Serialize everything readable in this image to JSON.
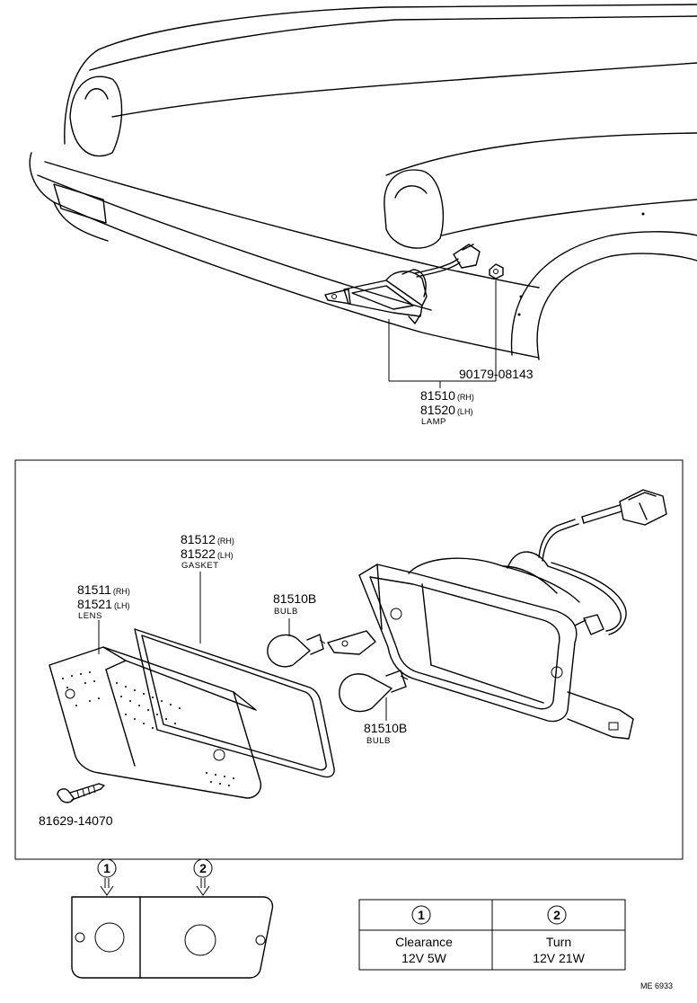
{
  "top": {
    "nut_part": "90179-08143",
    "lamp_rh_part": "81510",
    "lamp_rh_side": "(RH)",
    "lamp_lh_part": "81520",
    "lamp_lh_side": "(LH)",
    "lamp_caption": "LAMP"
  },
  "detail": {
    "gasket_rh_part": "81512",
    "gasket_rh_side": "(RH)",
    "gasket_lh_part": "81522",
    "gasket_lh_side": "(LH)",
    "gasket_caption": "GASKET",
    "lens_rh_part": "81511",
    "lens_rh_side": "(RH)",
    "lens_lh_part": "81521",
    "lens_lh_side": "(LH)",
    "lens_caption": "LENS",
    "bulb1_part": "81510B",
    "bulb1_caption": "BULB",
    "bulb2_part": "81510B",
    "bulb2_caption": "BULB",
    "screw_part": "81629-14070"
  },
  "legend": {
    "marker1": "1",
    "marker2": "2",
    "col1_num": "1",
    "col2_num": "2",
    "col1_line1": "Clearance",
    "col1_line2": "12V 5W",
    "col2_line1": "Turn",
    "col2_line2": "12V 21W"
  },
  "code": "ME 6933"
}
